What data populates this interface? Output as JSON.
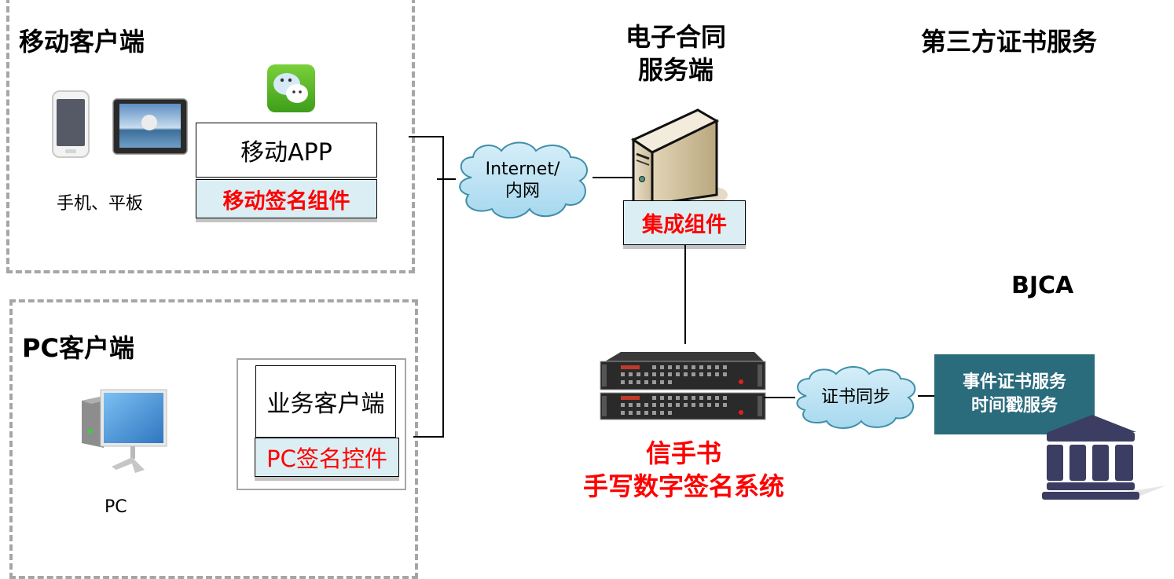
{
  "mobile_client": {
    "title": "移动客户端",
    "devices_caption": "手机、平板",
    "app_icon": "wechat-icon",
    "app_label": "移动APP",
    "component_label": "移动签名组件"
  },
  "pc_client": {
    "title": "PC客户端",
    "device_caption": "PC",
    "device_icon": "desktop-computer-icon",
    "app_label": "业务客户端",
    "component_label": "PC签名控件"
  },
  "network": {
    "cloud_label_line1": "Internet/",
    "cloud_label_line2": "内网"
  },
  "server": {
    "title_line1": "电子合同",
    "title_line2": "服务端",
    "icon": "server-tower-icon",
    "component_label": "集成组件"
  },
  "signature_system": {
    "icon": "rack-server-icon",
    "name_line1": "信手书",
    "name_line2": "手写数字签名系统"
  },
  "sync": {
    "cloud_label": "证书同步"
  },
  "third_party": {
    "title": "第三方证书服务",
    "provider": "BJCA",
    "service_line1": "事件证书服务",
    "service_line2": "时间戳服务",
    "icon": "institution-building-icon"
  },
  "colors": {
    "component_fill": "#daeef3",
    "component_text": "#ff0000",
    "teal_box": "#2a6b7c",
    "building": "#3b3d62",
    "cloud_fill": "#bfe3f2",
    "dash_border": "#a6a6a6"
  }
}
